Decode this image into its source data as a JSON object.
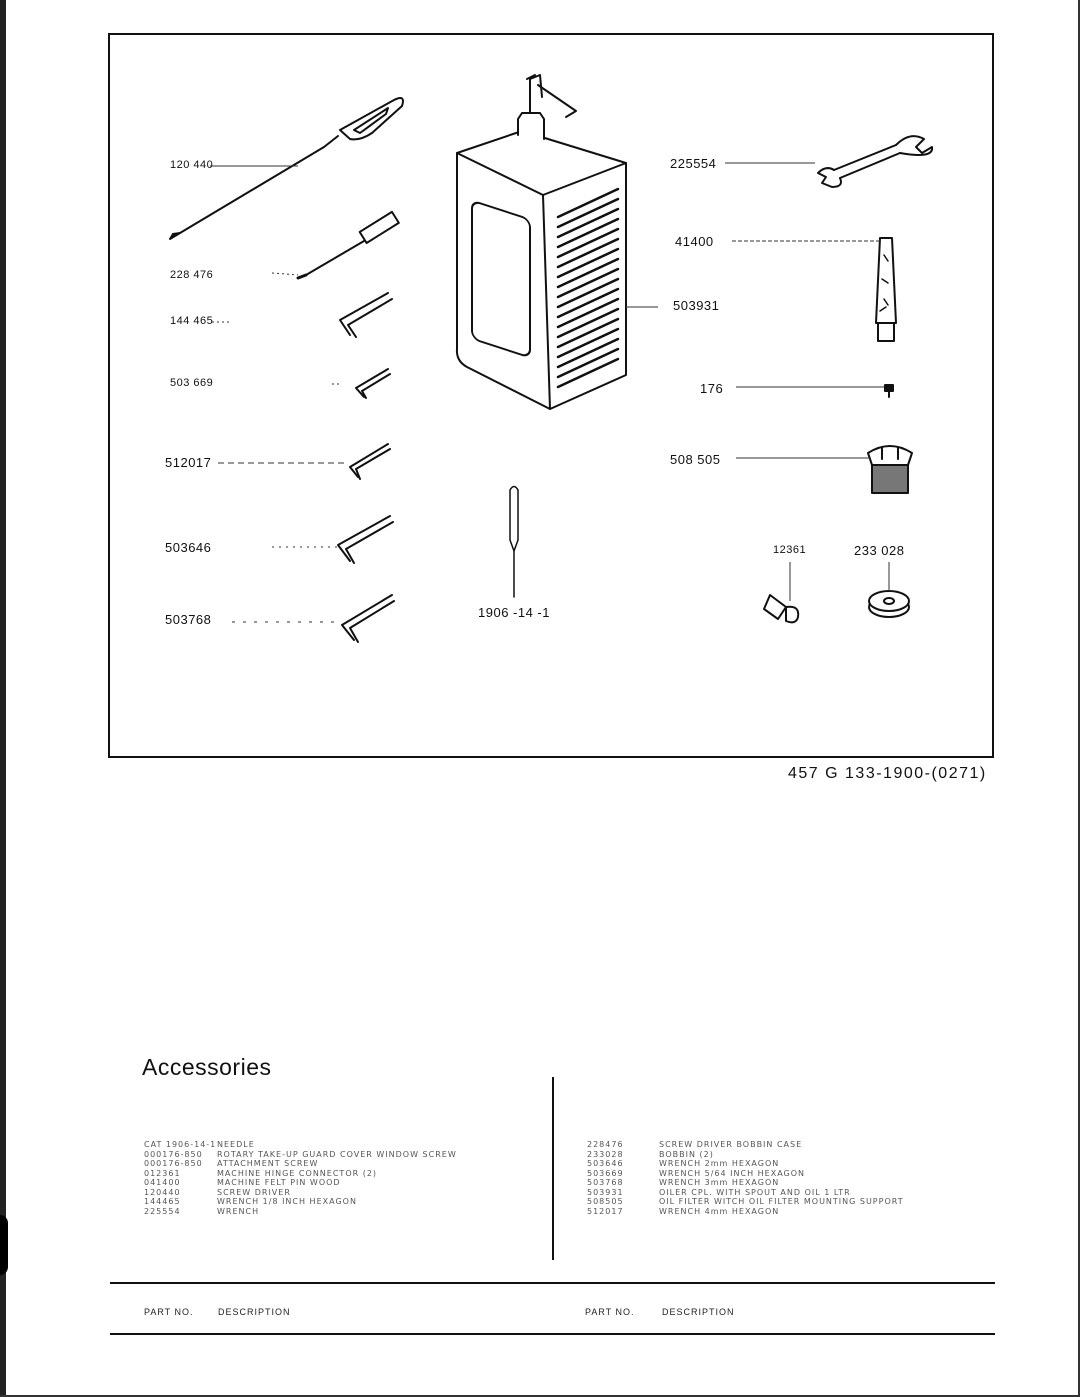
{
  "figure": {
    "callouts": {
      "p120440": "120 440",
      "p228476": "228 476",
      "p144465": "144 465",
      "p503669": "503 669",
      "p512017": "512017",
      "p503646": "503646",
      "p503768": "503768",
      "p1906": "1906 -14 -1",
      "p225554": "225554",
      "p41400": "41400",
      "p503931": "503931",
      "p176": "176",
      "p508505": "508 505",
      "p12361": "12361",
      "p233028": "233 028"
    },
    "code": "457 G 133-1900-(0271)"
  },
  "section_title": "Accessories",
  "parts_left": [
    {
      "part_no": "CAT 1906-14-1",
      "description": "NEEDLE"
    },
    {
      "part_no": "000176-850",
      "description": "ROTARY TAKE-UP GUARD COVER WINDOW SCREW"
    },
    {
      "part_no": "000176-850",
      "description": "ATTACHMENT SCREW"
    },
    {
      "part_no": "012361",
      "description": "MACHINE HINGE CONNECTOR (2)"
    },
    {
      "part_no": "041400",
      "description": "MACHINE FELT PIN WOOD"
    },
    {
      "part_no": "120440",
      "description": "SCREW DRIVER"
    },
    {
      "part_no": "144465",
      "description": "WRENCH 1/8 INCH HEXAGON"
    },
    {
      "part_no": "225554",
      "description": "WRENCH"
    }
  ],
  "parts_right": [
    {
      "part_no": "228476",
      "description": "SCREW DRIVER BOBBIN CASE"
    },
    {
      "part_no": "233028",
      "description": "BOBBIN (2)"
    },
    {
      "part_no": "503646",
      "description": "WRENCH 2mm HEXAGON"
    },
    {
      "part_no": "503669",
      "description": "WRENCH 5/64 INCH HEXAGON"
    },
    {
      "part_no": "503768",
      "description": "WRENCH 3mm HEXAGON"
    },
    {
      "part_no": "503931",
      "description": "OILER CPL. WITH SPOUT AND OIL 1 LTR"
    },
    {
      "part_no": "508505",
      "description": "OIL FILTER WITCH OIL FILTER MOUNTING SUPPORT"
    },
    {
      "part_no": "512017",
      "description": "WRENCH 4mm HEXAGON"
    }
  ],
  "footer": {
    "left_part_no": "PART NO.",
    "left_description": "DESCRIPTION",
    "right_part_no": "PART NO.",
    "right_description": "DESCRIPTION"
  }
}
